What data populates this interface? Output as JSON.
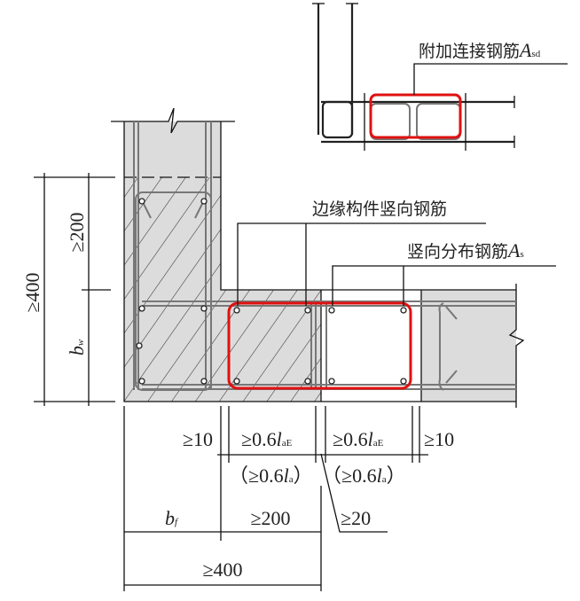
{
  "inset": {
    "label": "附加连接钢筋",
    "label_symbol": "A",
    "label_sub": "sd"
  },
  "labels": {
    "edge_member_vertical_rebar": "边缘构件竖向钢筋",
    "vertical_distributed_rebar": "竖向分布钢筋",
    "vertical_distributed_symbol": "A",
    "vertical_distributed_sub": "s"
  },
  "dimensions": {
    "left_total": "≥400",
    "left_upper": "≥200",
    "left_bw_symbol": "b",
    "left_bw_sub": "w",
    "cover_left": "≥10",
    "cover_right": "≥10",
    "lap_left_main": "≥0.6",
    "lap_left_symbol": "l",
    "lap_left_sub": "aE",
    "lap_right_main": "≥0.6",
    "lap_right_symbol": "l",
    "lap_right_sub": "aE",
    "lap_left_alt_open": "（≥0.6",
    "lap_left_alt_symbol": "l",
    "lap_left_alt_sub": "a",
    "lap_left_alt_close": "）",
    "lap_right_alt_open": "（≥0.6",
    "lap_right_alt_symbol": "l",
    "lap_right_alt_sub": "a",
    "lap_right_alt_close": "）",
    "bf_symbol": "b",
    "bf_sub": "f",
    "flange_extension": "≥200",
    "gap": "≥20",
    "bottom_total": "≥400"
  },
  "colors": {
    "highlight": "#e01010",
    "concrete": "#dcdcdc"
  }
}
